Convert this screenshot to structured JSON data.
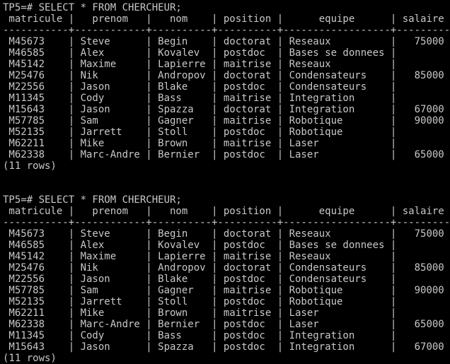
{
  "columns": [
    "matricule",
    "prenom",
    "nom",
    "position",
    "equipe",
    "salaire"
  ],
  "queries": [
    {
      "command": "TP5=# SELECT * FROM CHERCHEUR;",
      "footer": "(11 rows)",
      "rows": [
        [
          "M45673",
          "Steve",
          "Begin",
          "doctorat",
          "Reseaux",
          "75000"
        ],
        [
          "M46585",
          "Alex",
          "Kovalev",
          "postdoc",
          "Bases se donnees",
          ""
        ],
        [
          "M45142",
          "Maxime",
          "Lapierre",
          "maitrise",
          "Reseaux",
          ""
        ],
        [
          "M25476",
          "Nik",
          "Andropov",
          "doctorat",
          "Condensateurs",
          "85000"
        ],
        [
          "M22556",
          "Jason",
          "Blake",
          "postdoc",
          "Condensateurs",
          ""
        ],
        [
          "M11345",
          "Cody",
          "Bass",
          "maitrise",
          "Integration",
          ""
        ],
        [
          "M15643",
          "Jason",
          "Spazza",
          "doctorat",
          "Integration",
          "67000"
        ],
        [
          "M57785",
          "Sam",
          "Gagner",
          "maitrise",
          "Robotique",
          "90000"
        ],
        [
          "M52135",
          "Jarrett",
          "Stoll",
          "postdoc",
          "Robotique",
          ""
        ],
        [
          "M62211",
          "Mike",
          "Brown",
          "maitrise",
          "Laser",
          ""
        ],
        [
          "M62338",
          "Marc-Andre",
          "Bernier",
          "postdoc",
          "Laser",
          "65000"
        ]
      ]
    },
    {
      "command": "TP5=# SELECT * FROM CHERCHEUR;",
      "footer": "(11 rows)",
      "rows": [
        [
          "M45673",
          "Steve",
          "Begin",
          "doctorat",
          "Reseaux",
          "75000"
        ],
        [
          "M46585",
          "Alex",
          "Kovalev",
          "postdoc",
          "Bases se donnees",
          ""
        ],
        [
          "M45142",
          "Maxime",
          "Lapierre",
          "maitrise",
          "Reseaux",
          ""
        ],
        [
          "M25476",
          "Nik",
          "Andropov",
          "doctorat",
          "Condensateurs",
          "85000"
        ],
        [
          "M22556",
          "Jason",
          "Blake",
          "postdoc",
          "Condensateurs",
          ""
        ],
        [
          "M57785",
          "Sam",
          "Gagner",
          "maitrise",
          "Robotique",
          "90000"
        ],
        [
          "M52135",
          "Jarrett",
          "Stoll",
          "postdoc",
          "Robotique",
          ""
        ],
        [
          "M62211",
          "Mike",
          "Brown",
          "maitrise",
          "Laser",
          ""
        ],
        [
          "M62338",
          "Marc-Andre",
          "Bernier",
          "postdoc",
          "Laser",
          "65000"
        ],
        [
          "M11345",
          "Cody",
          "Bass",
          "postdoc",
          "Integration",
          ""
        ],
        [
          "M15643",
          "Jason",
          "Spazza",
          "postdoc",
          "Integration",
          "67000"
        ]
      ]
    }
  ]
}
